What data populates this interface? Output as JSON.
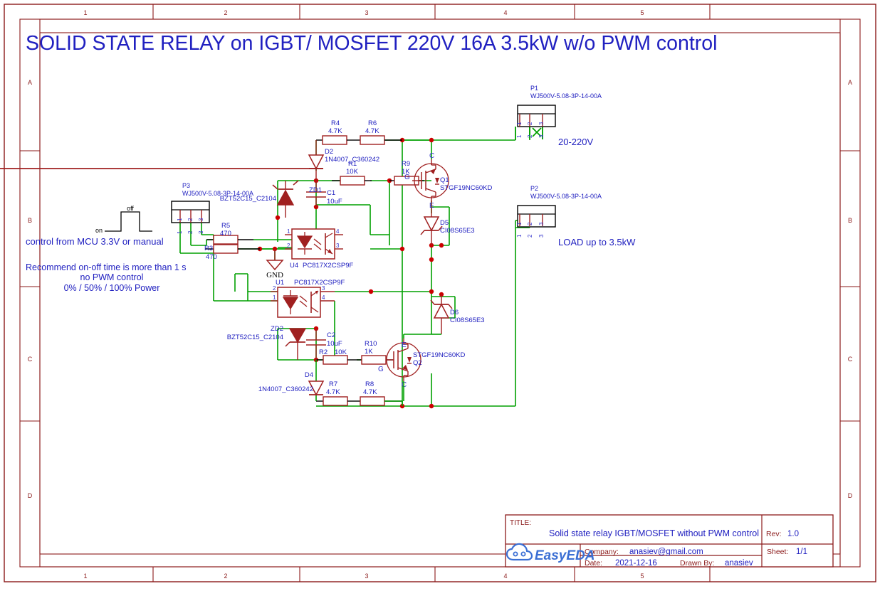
{
  "sheet": {
    "title": "SOLID STATE RELAY on IGBT/ MOSFET 220V 16A 3.5kW w/o PWM control",
    "border_color": "#8B1A1A",
    "wire_color": "#00A000",
    "symbol_color": "#A02020",
    "text_color": "#2020C0",
    "pin_color": "#3333CC",
    "junction_color": "#CC0000",
    "columns": [
      "1",
      "2",
      "3",
      "4",
      "5"
    ],
    "rows": [
      "A",
      "B",
      "C",
      "D"
    ]
  },
  "notes": {
    "waveform_on": "on",
    "waveform_off": "off",
    "control_source": "control from MCU 3.3V or manual",
    "recommend_line1": "Recommend on-off time is more than 1 s",
    "recommend_line2": "no PWM control",
    "recommend_line3": "0% / 50% / 100% Power",
    "supply_label": "20-220V",
    "load_label": "LOAD up to 3.5kW",
    "gnd_label": "GND"
  },
  "connectors": [
    {
      "ref": "P1",
      "value": "WJ500V-5.08-3P-14-00A",
      "pins": [
        "1",
        "2",
        "3"
      ]
    },
    {
      "ref": "P2",
      "value": "WJ500V-5.08-3P-14-00A",
      "pins": [
        "1",
        "2",
        "3"
      ]
    },
    {
      "ref": "P3",
      "value": "WJ500V-5.08-3P-14-00A",
      "pins": [
        "1",
        "2",
        "3"
      ]
    }
  ],
  "resistors": [
    {
      "ref": "R1",
      "value": "10K"
    },
    {
      "ref": "R2",
      "value": "10K"
    },
    {
      "ref": "R3",
      "value": "470"
    },
    {
      "ref": "R4",
      "value": "4.7K"
    },
    {
      "ref": "R5",
      "value": "470"
    },
    {
      "ref": "R6",
      "value": "4.7K"
    },
    {
      "ref": "R7",
      "value": "4.7K"
    },
    {
      "ref": "R8",
      "value": "4.7K"
    },
    {
      "ref": "R9",
      "value": "1K"
    },
    {
      "ref": "R10",
      "value": "1K"
    }
  ],
  "capacitors": [
    {
      "ref": "C1",
      "value": "10uF"
    },
    {
      "ref": "C2",
      "value": "10uF"
    }
  ],
  "diodes": [
    {
      "ref": "D2",
      "value": "1N4007_C360242"
    },
    {
      "ref": "D4",
      "value": "1N4007_C360242"
    },
    {
      "ref": "D5",
      "value": "CI08S65E3"
    },
    {
      "ref": "D6",
      "value": "CI08S65E3"
    },
    {
      "ref": "ZD1",
      "value": "BZT52C15_C2104"
    },
    {
      "ref": "ZD2",
      "value": "BZT52C15_C2104"
    }
  ],
  "optocouplers": [
    {
      "ref": "U4",
      "value": "PC817X2CSP9F",
      "pins": [
        "1",
        "2",
        "3",
        "4"
      ]
    },
    {
      "ref": "U1",
      "value": "PC817X2CSP9F",
      "pins": [
        "1",
        "2",
        "3",
        "4"
      ]
    }
  ],
  "transistors": [
    {
      "ref": "Q1",
      "value": "STGF19NC60KD",
      "pins": {
        "c": "C",
        "g": "G",
        "e": "E"
      }
    },
    {
      "ref": "Q2",
      "value": "STGF19NC60KD",
      "pins": {
        "c": "C",
        "g": "G",
        "e": "E"
      }
    }
  ],
  "titleblock": {
    "title_label": "TITLE:",
    "title_value": "Solid state relay IGBT/MOSFET without PWM control",
    "rev_label": "Rev:",
    "rev_value": "1.0",
    "company_label": "Company:",
    "company_value": "anasiev@gmail.com",
    "sheet_label": "Sheet:",
    "sheet_value": "1/1",
    "date_label": "Date:",
    "date_value": "2021-12-16",
    "drawn_label": "Drawn By:",
    "drawn_value": "anasiev",
    "logo_text": "EasyEDA"
  }
}
